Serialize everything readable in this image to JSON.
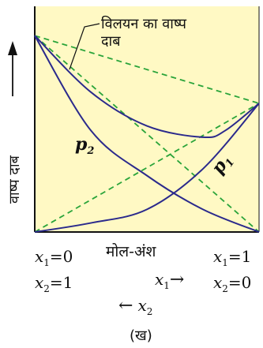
{
  "colors": {
    "plot_background": "#fff9c4",
    "axis": "#111111",
    "curve": "#2b2a8c",
    "ideal_line": "#2aa43a"
  },
  "labels": {
    "solution_pressure_l1": "विलयन का वाष्प",
    "solution_pressure_l2": "दाब",
    "y_axis": "वाष्प दाब",
    "p2_main": "p",
    "p2_sub": "2",
    "p1_main": "p",
    "p1_sub": "1",
    "x_axis": "मोल-अंश",
    "left_x1": "x",
    "left_x1_sub": "1",
    "left_x1_val": "=0",
    "left_x2": "x",
    "left_x2_sub": "2",
    "left_x2_val": "=1",
    "right_x1": "x",
    "right_x1_sub": "1",
    "right_x1_val": "=1",
    "right_x2": "x",
    "right_x2_sub": "2",
    "right_x2_val": "=0",
    "x1_dir_main": "x",
    "x1_dir_sub": "1",
    "x1_dir_arrow": "→",
    "x2_dir_arrow": "←",
    "x2_dir_main": "x",
    "x2_dir_sub": "2",
    "panel": "(ख)"
  },
  "chart_data": {
    "type": "line",
    "xlabel": "मोल-अंश",
    "ylabel": "वाष्प दाब",
    "series_description": "negative deviation from Raoult's law",
    "series": [
      {
        "name": "विलयन का वाष्प दाब",
        "x": [
          0,
          0.25,
          0.5,
          0.75,
          0.85,
          1
        ],
        "y": [
          0.87,
          0.62,
          0.47,
          0.42,
          0.45,
          0.57
        ]
      },
      {
        "name": "p2",
        "x": [
          0,
          0.25,
          0.5,
          0.75,
          1
        ],
        "y": [
          0.87,
          0.45,
          0.25,
          0.1,
          0
        ]
      },
      {
        "name": "p1",
        "x": [
          0,
          0.25,
          0.5,
          0.75,
          1
        ],
        "y": [
          0,
          0.04,
          0.1,
          0.28,
          0.57
        ]
      }
    ],
    "ideal_lines": [
      {
        "x": [
          0,
          1
        ],
        "y": [
          0.87,
          0.57
        ]
      },
      {
        "x": [
          0,
          1
        ],
        "y": [
          0.87,
          0
        ]
      },
      {
        "x": [
          0,
          1
        ],
        "y": [
          0,
          0.57
        ]
      }
    ],
    "ylim": [
      0,
      1
    ],
    "xlim": [
      0,
      1
    ]
  }
}
